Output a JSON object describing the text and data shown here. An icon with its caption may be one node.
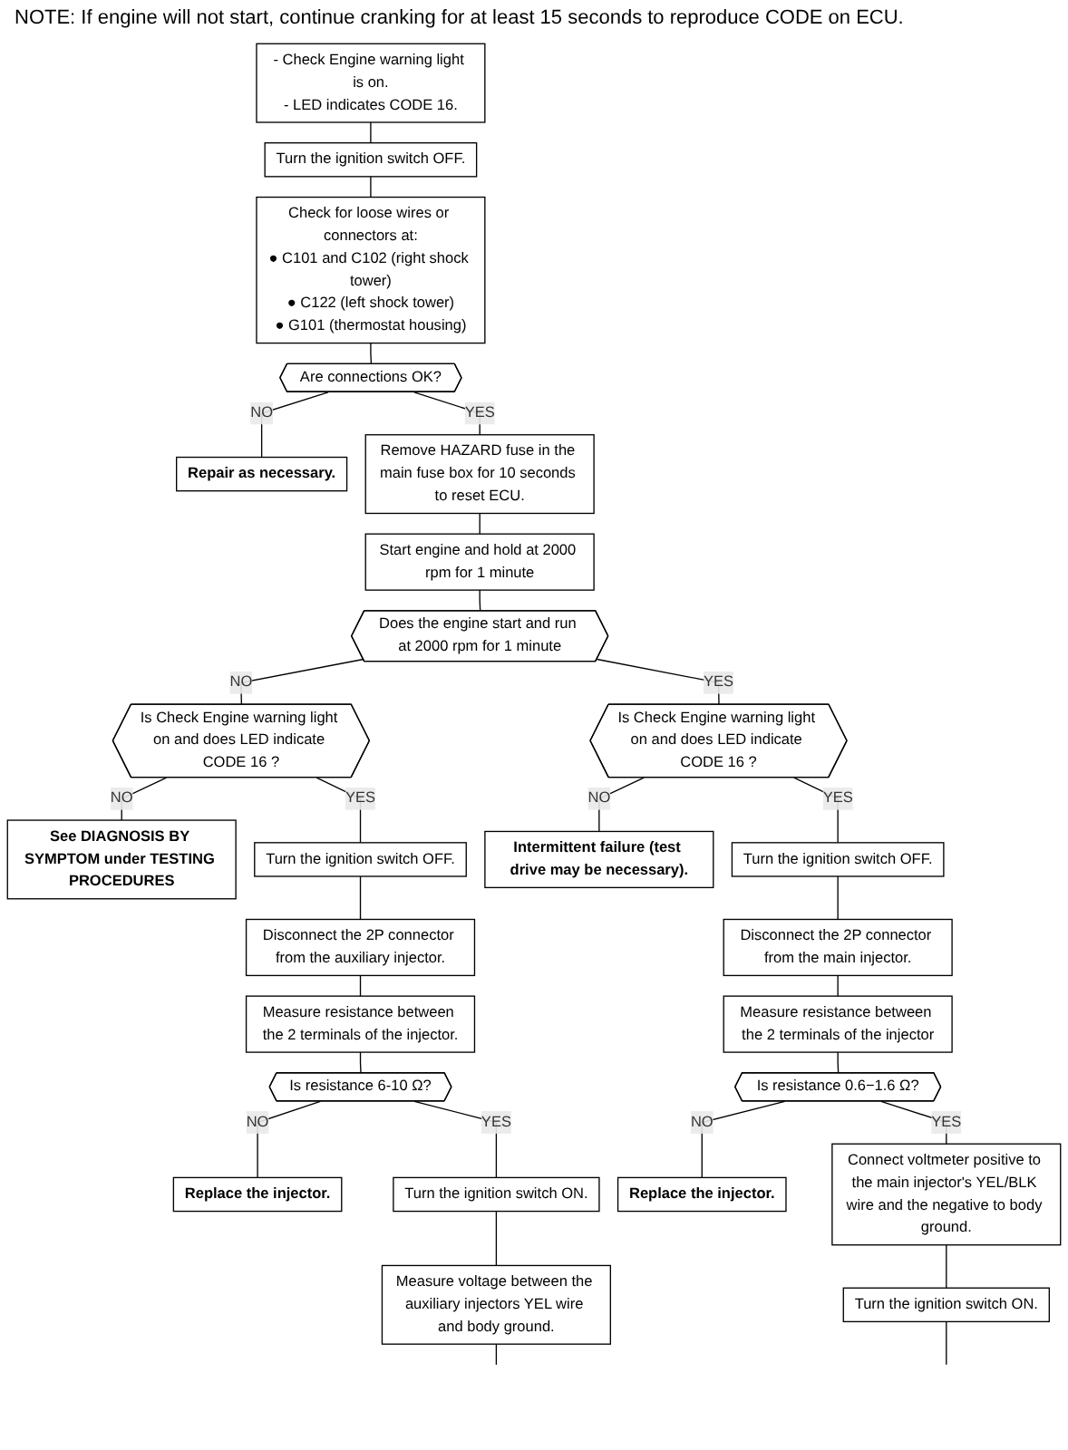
{
  "diagram": {
    "nodes": [
      {
        "text": [
          "- Check Engine warning light is on.",
          "- LED indicates CODE 16."
        ]
      },
      {
        "text": [
          "Turn the ignition switch OFF."
        ]
      },
      {
        "text": [
          "Check for loose wires or connectors at:",
          "● C101 and C102 (right shock tower)",
          "● C122 (left shock tower)",
          "● G101 (thermostat housing)"
        ]
      },
      {
        "text": [
          "Are connections OK?"
        ]
      },
      {
        "text": [
          "Repair as necessary."
        ]
      },
      {
        "text": [
          "Remove HAZARD fuse in the main fuse box for 10 seconds to reset ECU."
        ]
      },
      {
        "text": [
          "Start engine and hold at 2000 rpm for 1 minute"
        ]
      },
      {
        "text": [
          "Does the engine start and run at 2000 rpm for 1 minute"
        ]
      },
      {
        "text": [
          "Is Check Engine warning light on and does LED indicate CODE 16 ?"
        ]
      },
      {
        "text": [
          "See DIAGNOSIS BY SYMPTOM under TESTING PROCEDURES"
        ]
      },
      {
        "text": [
          "Is Check Engine warning light on and does LED indicate CODE 16 ?"
        ]
      },
      {
        "text": [
          "Intermittent failure (test drive may be necessary)."
        ]
      },
      {
        "text": [
          "Turn the ignition switch OFF."
        ]
      },
      {
        "text": [
          "Disconnect the 2P connector from the main injector."
        ]
      },
      {
        "text": [
          "Measure resistance between the 2 terminals of the injector"
        ]
      },
      {
        "text": [
          "Is resistance 0.6−1.6 Ω?"
        ]
      },
      {
        "text": [
          "Replace the injector."
        ]
      },
      {
        "text": [
          "Connect voltmeter positive to the main injector's YEL/BLK wire and the negative to body ground."
        ]
      },
      {
        "text": [
          "Turn the ignition switch ON."
        ]
      },
      {
        "text": [
          "Turn the ignition switch OFF."
        ]
      },
      {
        "text": [
          "Disconnect the 2P connector from the auxiliary injector."
        ]
      },
      {
        "text": [
          "Measure resistance between the 2 terminals of the injector."
        ]
      },
      {
        "text": [
          "Is resistance 6-10 Ω?"
        ]
      },
      {
        "text": [
          "Replace the injector."
        ]
      },
      {
        "text": [
          "Turn the ignition switch ON."
        ]
      },
      {
        "text": [
          "Measure voltage between the auxiliary injectors YEL wire and body ground."
        ]
      }
    ],
    "edges": [
      {
        "from": 0,
        "to": 1,
        "arrow": "none"
      },
      {
        "from": 1,
        "to": 2,
        "arrow": "none"
      },
      {
        "from": 2,
        "to": 3,
        "arrow": "none"
      },
      {
        "from": 3,
        "to": 4,
        "label": "NO",
        "arrow": "none"
      },
      {
        "from": 3,
        "to": 5,
        "label": "YES",
        "arrow": "none"
      },
      {
        "from": 5,
        "to": 6,
        "arrow": "none"
      },
      {
        "from": 6,
        "to": 7,
        "arrow": "none"
      },
      {
        "from": 7,
        "to": 8,
        "label": "NO",
        "arrow": "none"
      },
      {
        "from": 8,
        "to": 9,
        "label": "NO",
        "arrow": "none"
      },
      {
        "from": 7,
        "to": 10,
        "label": "YES",
        "arrow": "none"
      },
      {
        "from": 10,
        "to": 11,
        "label": "NO",
        "arrow": "none"
      },
      {
        "from": 8,
        "to": 19,
        "label": "YES",
        "arrow": "none"
      },
      {
        "from": 10,
        "to": 12,
        "label": "YES",
        "arrow": "none"
      },
      {
        "from": 12,
        "to": 13,
        "arrow": "none"
      },
      {
        "from": 13,
        "to": 14,
        "arrow": "none"
      },
      {
        "from": 14,
        "to": 15,
        "arrow": "none"
      },
      {
        "from": 15,
        "to": 16,
        "label": "NO",
        "arrow": "none"
      },
      {
        "from": 15,
        "to": 17,
        "label": "YES",
        "arrow": "none"
      },
      {
        "from": 17,
        "to": 18,
        "arrow": "none"
      },
      {
        "from": 18,
        "to": null,
        "arrow": "none"
      },
      {
        "from": 19,
        "to": 20,
        "arrow": "none"
      },
      {
        "from": 20,
        "to": 21,
        "arrow": "none"
      },
      {
        "from": 21,
        "to": 22,
        "arrow": "none"
      },
      {
        "from": 22,
        "to": 23,
        "label": "NO",
        "arrow": "none"
      },
      {
        "from": 22,
        "to": 24,
        "label": "YES",
        "arrow": "none"
      },
      {
        "from": 24,
        "to": 25,
        "arrow": "none"
      },
      {
        "from": 25,
        "to": null,
        "arrow": "none"
      }
    ],
    "labels": [
      "NOTE: If engine will not start, continue cranking for at least 15 seconds to reproduce CODE on ECU."
    ]
  }
}
